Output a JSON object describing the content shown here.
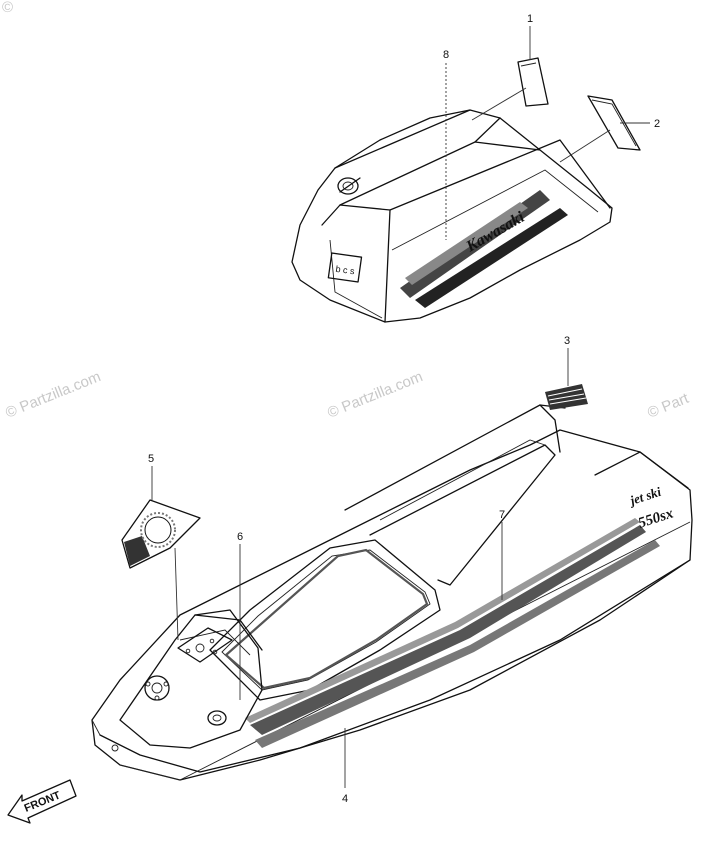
{
  "watermark": {
    "text": "© Partzilla.com",
    "partial_text": "© Part",
    "corner_mark": "©"
  },
  "callouts": [
    {
      "id": "1",
      "label": "1"
    },
    {
      "id": "2",
      "label": "2"
    },
    {
      "id": "3",
      "label": "3"
    },
    {
      "id": "4",
      "label": "4"
    },
    {
      "id": "5",
      "label": "5"
    },
    {
      "id": "6",
      "label": "6"
    },
    {
      "id": "7",
      "label": "7"
    },
    {
      "id": "8",
      "label": "8"
    }
  ],
  "decals": {
    "hood_brand": "Kawasaki",
    "hull_brand_top": "jet ski",
    "hull_brand_bottom": "550sx",
    "front_arrow": "FRONT"
  }
}
